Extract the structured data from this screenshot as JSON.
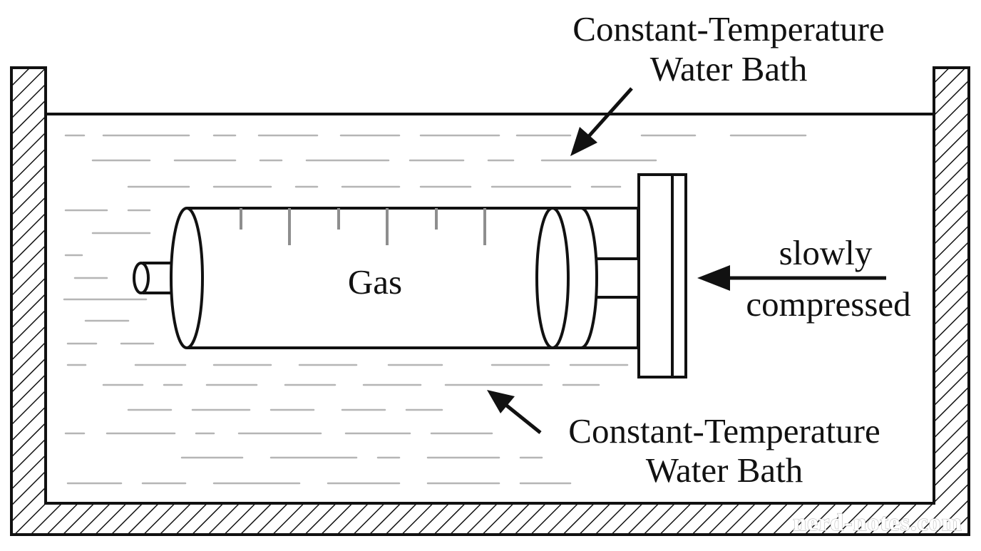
{
  "diagram": {
    "labels": {
      "bath_top": [
        "Constant-Temperature",
        "Water Bath"
      ],
      "bath_bottom": [
        "Constant-Temperature",
        "Water Bath"
      ],
      "gas": "Gas",
      "push": [
        "slowly",
        "compressed"
      ]
    },
    "watermark": "nerd-notes.com",
    "colors": {
      "ink": "#111111",
      "water_lines": "#b5b5b5",
      "background": "#ffffff"
    }
  }
}
